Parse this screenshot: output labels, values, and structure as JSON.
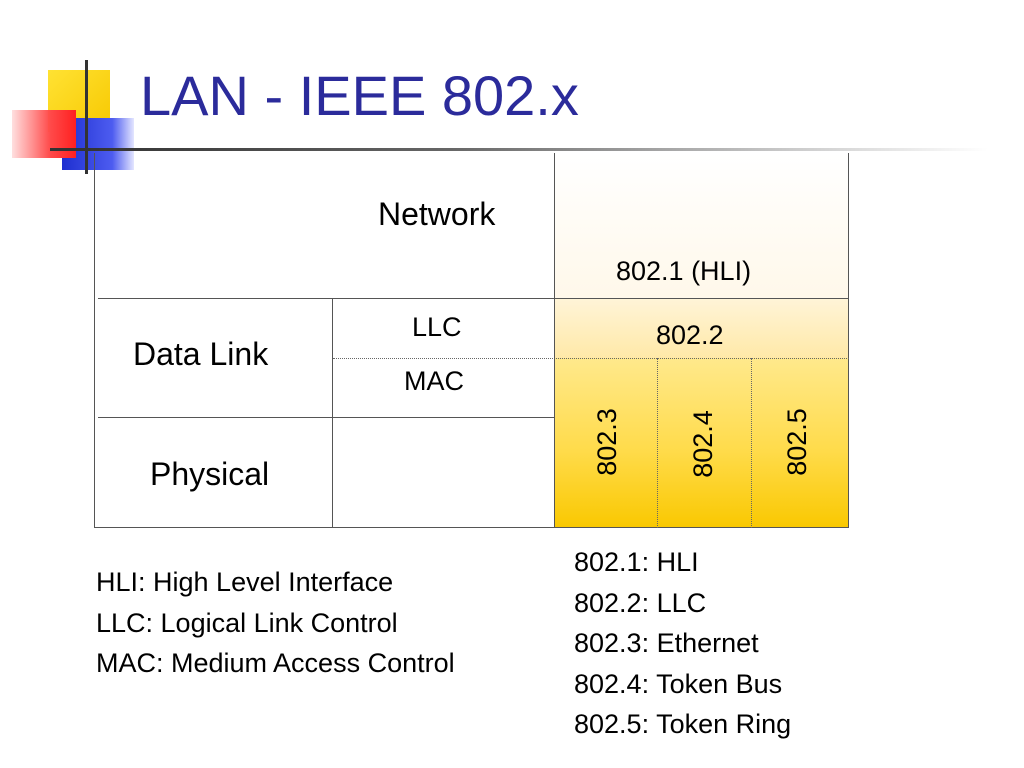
{
  "slide": {
    "title": "LAN - IEEE 802.x"
  },
  "diagram": {
    "layers": {
      "network": "Network",
      "data_link": "Data Link",
      "physical": "Physical"
    },
    "sublayers": {
      "llc": "LLC",
      "mac": "MAC"
    },
    "standards": {
      "s8021": "802.1 (HLI)",
      "s8022": "802.2",
      "s8023": "802.3",
      "s8024": "802.4",
      "s8025": "802.5"
    }
  },
  "legend_left": [
    "HLI: High Level Interface",
    "LLC: Logical Link Control",
    "MAC: Medium Access Control"
  ],
  "legend_right": [
    "802.1: HLI",
    "802.2: LLC",
    "802.3: Ethernet",
    "802.4: Token Bus",
    "802.5: Token Ring"
  ],
  "colors": {
    "title": "#2b2b9b",
    "gold": "#f9c800"
  }
}
